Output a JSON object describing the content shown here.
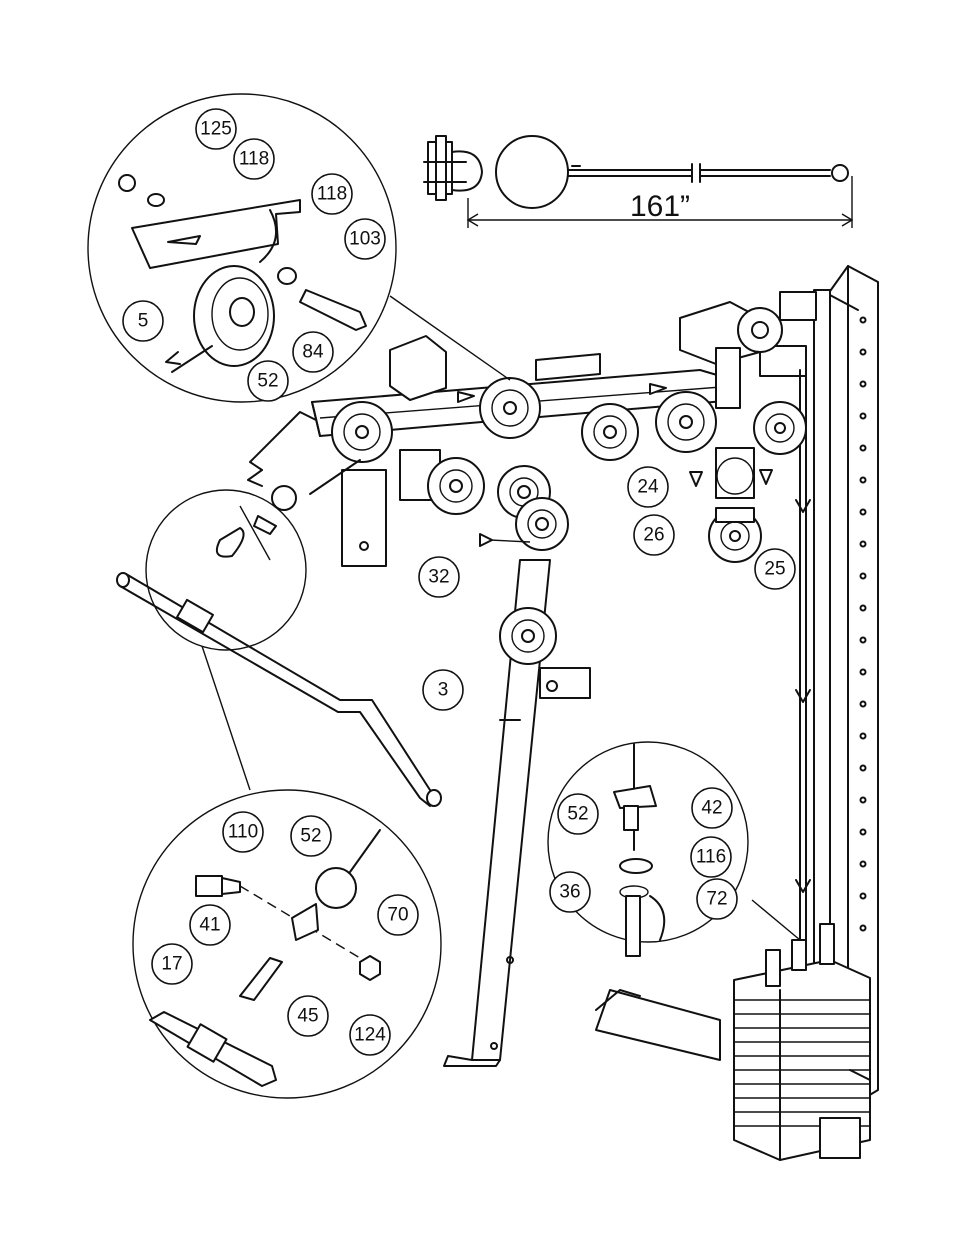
{
  "dimension_label": "161”",
  "callouts": [
    {
      "id": "c125",
      "label": "125"
    },
    {
      "id": "c118a",
      "label": "118"
    },
    {
      "id": "c118b",
      "label": "118"
    },
    {
      "id": "c103",
      "label": "103"
    },
    {
      "id": "c5",
      "label": "5"
    },
    {
      "id": "c84",
      "label": "84"
    },
    {
      "id": "c52a",
      "label": "52"
    },
    {
      "id": "c24",
      "label": "24"
    },
    {
      "id": "c26",
      "label": "26"
    },
    {
      "id": "c25",
      "label": "25"
    },
    {
      "id": "c32",
      "label": "32"
    },
    {
      "id": "c3",
      "label": "3"
    },
    {
      "id": "c52b",
      "label": "52"
    },
    {
      "id": "c42",
      "label": "42"
    },
    {
      "id": "c116",
      "label": "116"
    },
    {
      "id": "c36",
      "label": "36"
    },
    {
      "id": "c72",
      "label": "72"
    },
    {
      "id": "c110",
      "label": "110"
    },
    {
      "id": "c52c",
      "label": "52"
    },
    {
      "id": "c70",
      "label": "70"
    },
    {
      "id": "c41",
      "label": "41"
    },
    {
      "id": "c17",
      "label": "17"
    },
    {
      "id": "c45",
      "label": "45"
    },
    {
      "id": "c124",
      "label": "124"
    }
  ]
}
